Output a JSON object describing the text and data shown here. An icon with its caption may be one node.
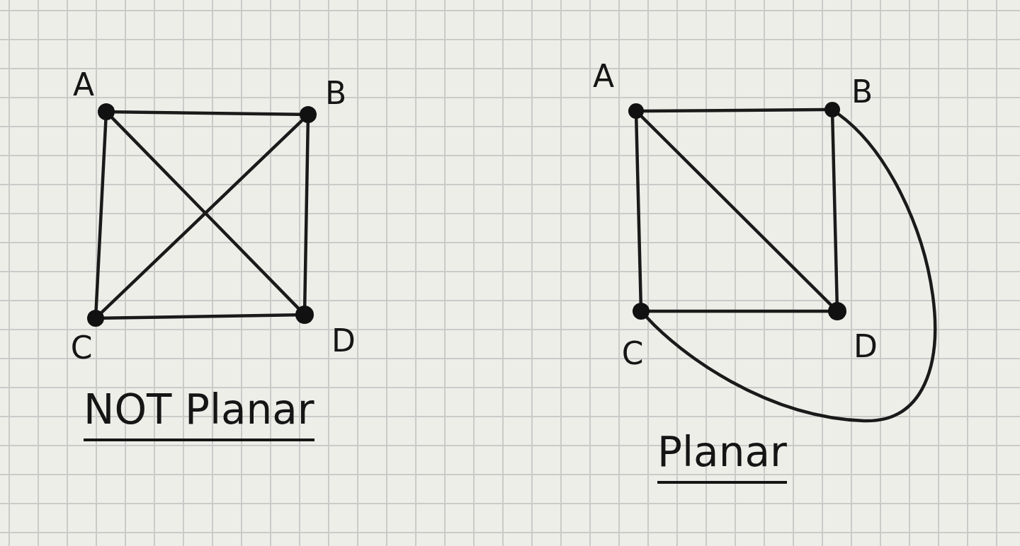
{
  "diagram": {
    "nodes": [
      {
        "text": [],
        "shape": "circle",
        "beside": [
          "A"
        ]
      },
      {
        "text": [],
        "shape": "circle",
        "beside": [
          "B"
        ]
      },
      {
        "text": [],
        "shape": "circle",
        "beside": [
          "C"
        ]
      },
      {
        "text": [],
        "shape": "circle",
        "beside": [
          "D"
        ]
      },
      {
        "text": [],
        "shape": "circle",
        "beside": [
          "A"
        ]
      },
      {
        "text": [],
        "shape": "circle",
        "beside": [
          "B"
        ]
      },
      {
        "text": [],
        "shape": "circle",
        "beside": [
          "C"
        ]
      },
      {
        "text": [],
        "shape": "circle",
        "beside": [
          "D"
        ]
      }
    ],
    "edges": [
      {
        "from": 0,
        "to": 1,
        "arrow": "none"
      },
      {
        "from": 0,
        "to": 2,
        "arrow": "none"
      },
      {
        "from": 0,
        "to": 3,
        "arrow": "none"
      },
      {
        "from": 1,
        "to": 2,
        "arrow": "none"
      },
      {
        "from": 1,
        "to": 3,
        "arrow": "none"
      },
      {
        "from": 2,
        "to": 3,
        "arrow": "none"
      },
      {
        "from": 4,
        "to": 5,
        "arrow": "none"
      },
      {
        "from": 4,
        "to": 6,
        "arrow": "none"
      },
      {
        "from": 4,
        "to": 7,
        "arrow": "none"
      },
      {
        "from": 5,
        "to": 7,
        "arrow": "none"
      },
      {
        "from": 6,
        "to": 7,
        "arrow": "none"
      },
      {
        "from": 5,
        "to": 6,
        "arrow": "none"
      }
    ],
    "labels": [
      "NOT Planar",
      "Planar"
    ]
  }
}
